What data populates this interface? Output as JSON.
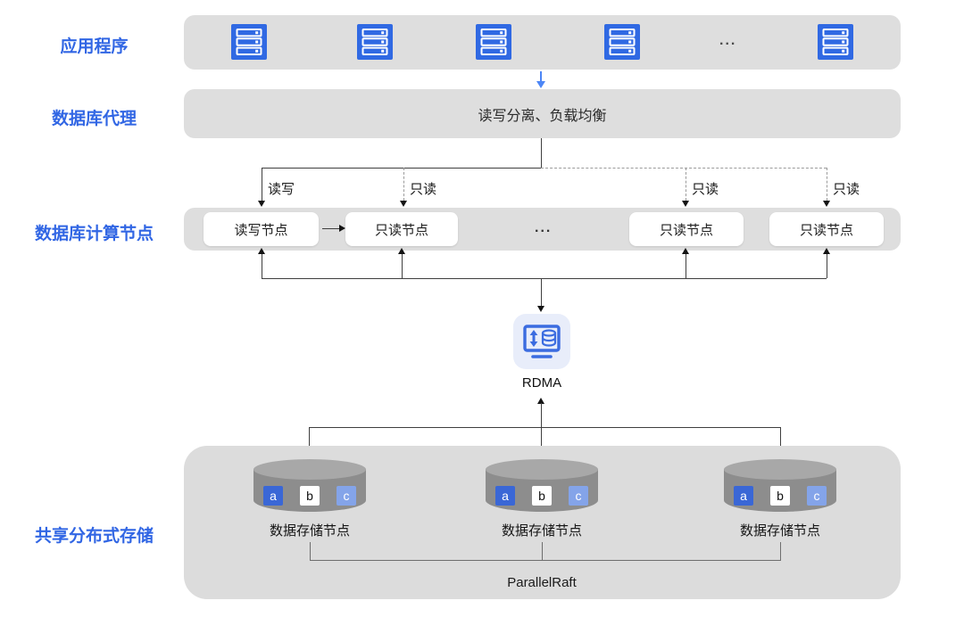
{
  "side_labels": {
    "applications": "应用程序",
    "proxy": "数据库代理",
    "compute": "数据库计算节点",
    "storage": "共享分布式存储"
  },
  "app_row": {
    "ellipsis": "..."
  },
  "proxy_row": {
    "text": "读写分离、负载均衡"
  },
  "branch_labels": [
    "读写",
    "只读",
    "只读",
    "只读"
  ],
  "compute_row": {
    "nodes": [
      "读写节点",
      "只读节点",
      "只读节点",
      "只读节点"
    ],
    "ellipsis": "..."
  },
  "rdma": {
    "label": "RDMA"
  },
  "storage_row": {
    "node_label": "数据存储节点",
    "chips": [
      "a",
      "b",
      "c"
    ],
    "protocol": "ParallelRaft"
  },
  "colors": {
    "label_blue": "#3166e4",
    "icon_blue": "#3069e3",
    "arrow_blue": "#4c86f6",
    "band_gray": "#dedede",
    "storage_gray": "#dcdcdc",
    "rdma_bg": "#e8edfa",
    "rdma_glyph": "#3b6ce0",
    "cylinder_body": "#8d8d8d",
    "cylinder_top": "#a8a8a8",
    "chip_dark_blue": "#3a67d6",
    "chip_light_blue": "#84a4e9"
  }
}
